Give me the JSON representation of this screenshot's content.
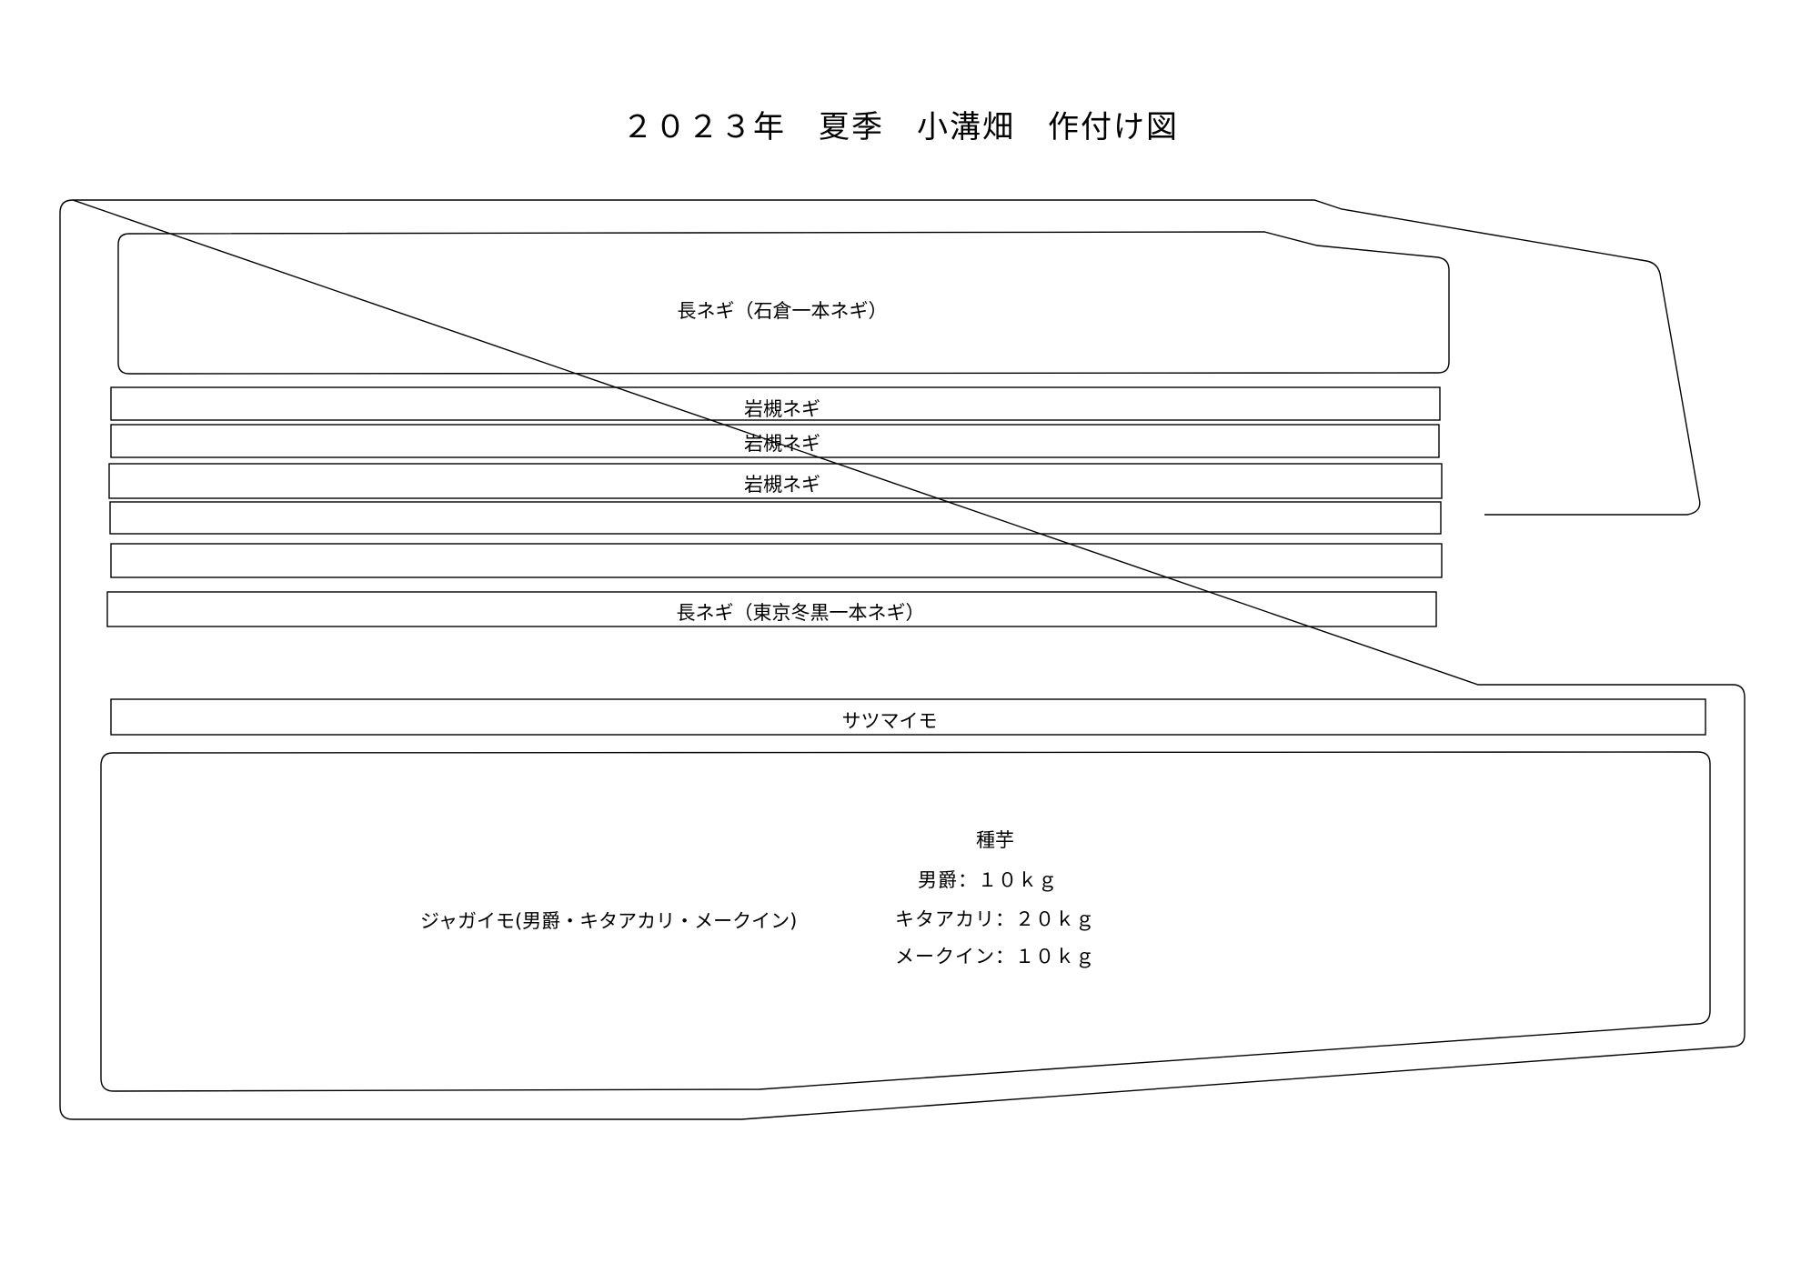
{
  "title": "２０２３年　夏季　小溝畑　作付け図",
  "plots": {
    "nagonegi_ishikura": "長ネギ（石倉一本ネギ）",
    "iwatsuki_1": "岩槻ネギ",
    "iwatsuki_2": "岩槻ネギ",
    "iwatsuki_3": "岩槻ネギ",
    "empty_1": "",
    "empty_2": "",
    "naganegi_tokyo": "長ネギ（東京冬黒一本ネギ）",
    "satsumaimo": "サツマイモ",
    "jagaimo": "ジャガイモ(男爵・キタアカリ・メークイン)"
  },
  "seed_potatoes": {
    "heading": "種芋",
    "items": [
      {
        "text": "男爵：１０ｋｇ"
      },
      {
        "text": "キタアカリ：２０ｋｇ"
      },
      {
        "text": "メークイン：１０ｋｇ"
      }
    ]
  }
}
